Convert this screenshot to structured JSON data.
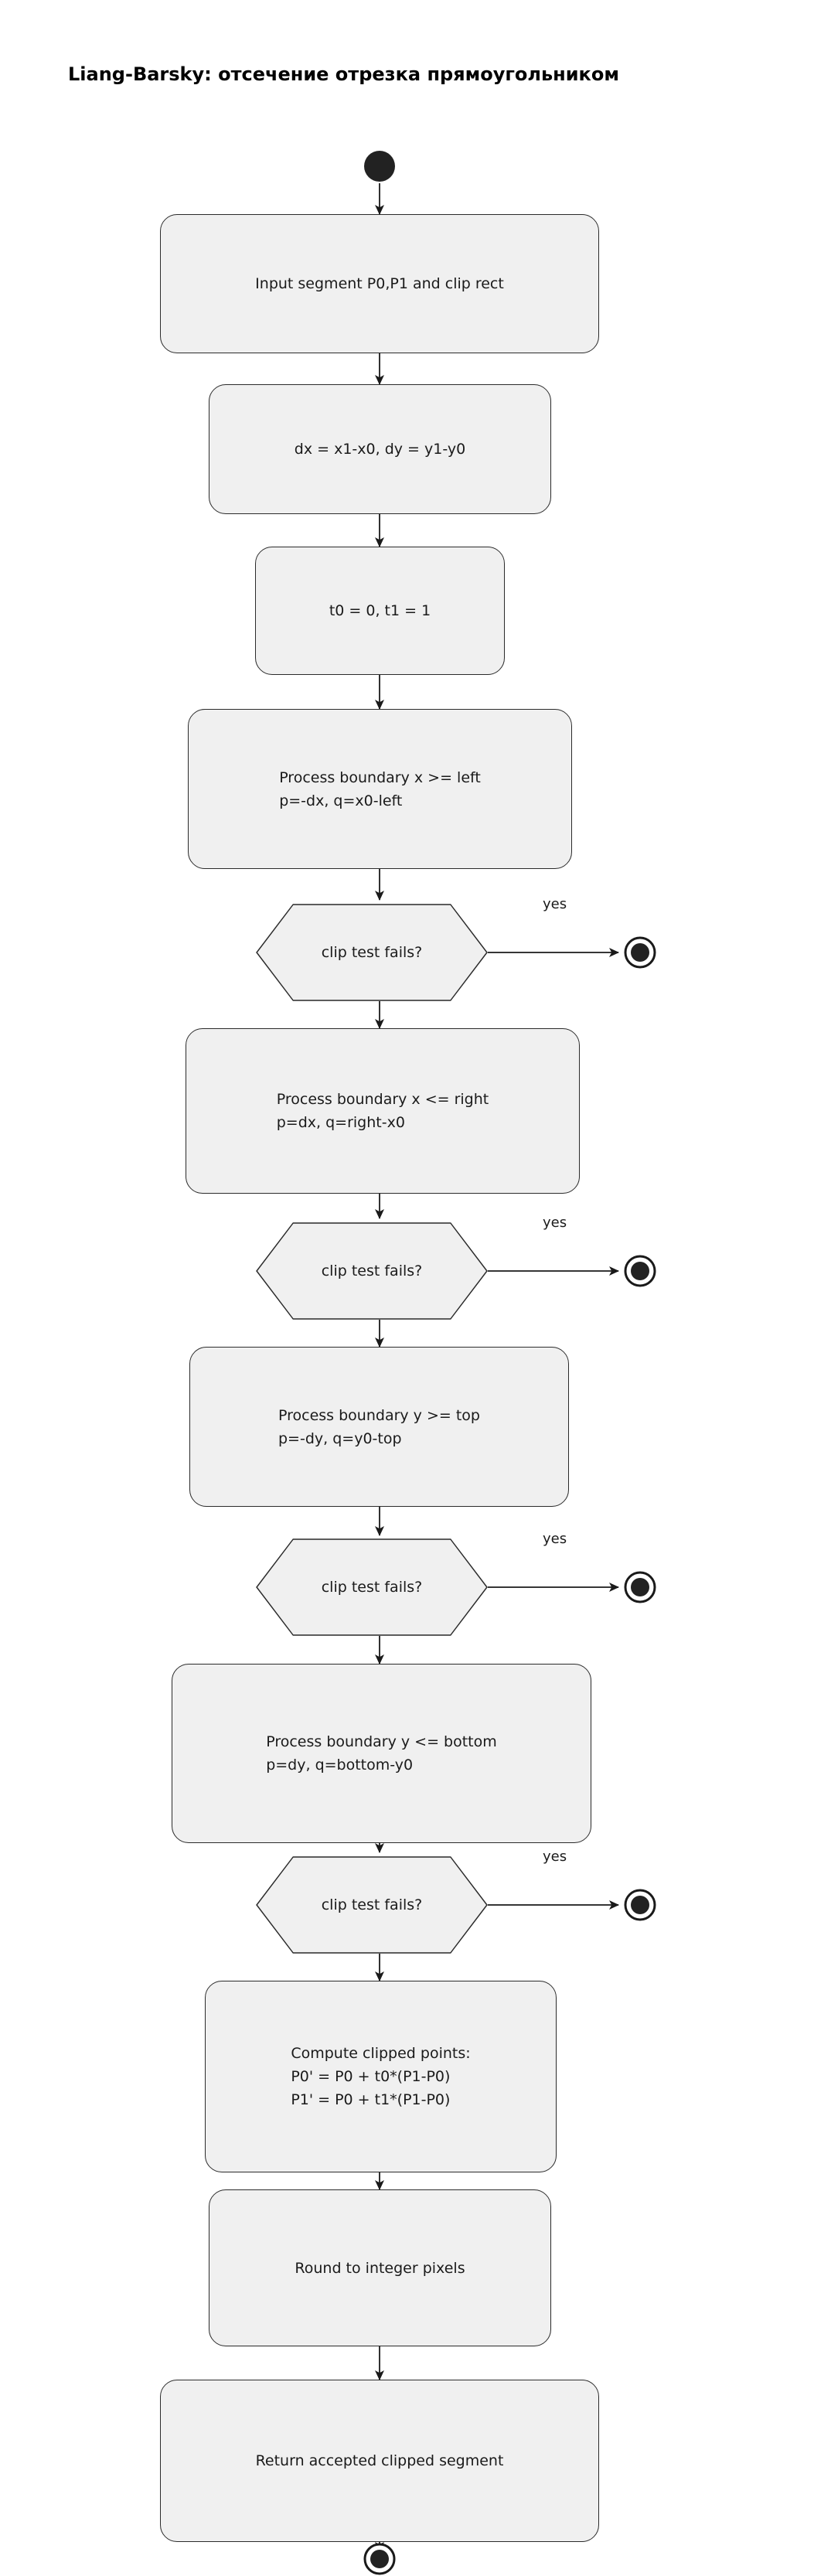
{
  "title": "Liang-Barsky: отсечение отрезка прямоугольником",
  "diagram": {
    "type": "uml-activity-diagram",
    "colors": {
      "page_background": "#ffffff",
      "node_fill": "#f0f0f0",
      "node_border": "#2b2b2b",
      "text": "#1a1a1a",
      "terminator": "#222222"
    },
    "start": {
      "name": "start-node"
    },
    "nodes": [
      {
        "id": "n1",
        "shape": "activity",
        "text": "Input segment P0,P1 and clip rect",
        "align": "center"
      },
      {
        "id": "n2",
        "shape": "activity",
        "text": "dx = x1-x0, dy = y1-y0",
        "align": "center"
      },
      {
        "id": "n3",
        "shape": "activity",
        "text": "t0 = 0, t1 = 1",
        "align": "center"
      },
      {
        "id": "n4",
        "shape": "activity",
        "text": "Process boundary x >= left\np=-dx, q=x0-left",
        "align": "left"
      },
      {
        "id": "d1",
        "shape": "decision",
        "text": "clip test fails?",
        "branch_label": "yes",
        "branch_target": "end"
      },
      {
        "id": "n5",
        "shape": "activity",
        "text": "Process boundary x <= right\np=dx, q=right-x0",
        "align": "left"
      },
      {
        "id": "d2",
        "shape": "decision",
        "text": "clip test fails?",
        "branch_label": "yes",
        "branch_target": "end"
      },
      {
        "id": "n6",
        "shape": "activity",
        "text": "Process boundary y >= top\np=-dy, q=y0-top",
        "align": "left"
      },
      {
        "id": "d3",
        "shape": "decision",
        "text": "clip test fails?",
        "branch_label": "yes",
        "branch_target": "end"
      },
      {
        "id": "n7",
        "shape": "activity",
        "text": "Process boundary y <= bottom\np=dy, q=bottom-y0",
        "align": "left"
      },
      {
        "id": "d4",
        "shape": "decision",
        "text": "clip test fails?",
        "branch_label": "yes",
        "branch_target": "end"
      },
      {
        "id": "n8",
        "shape": "activity",
        "text": "Compute clipped points:\nP0' = P0 + t0*(P1-P0)\nP1' = P0 + t1*(P1-P0)",
        "align": "left"
      },
      {
        "id": "n9",
        "shape": "activity",
        "text": "Round to integer pixels",
        "align": "center"
      },
      {
        "id": "n10",
        "shape": "activity",
        "text": "Return accepted clipped segment",
        "align": "center"
      }
    ],
    "end_nodes": [
      {
        "id": "e1",
        "name": "final-node"
      },
      {
        "id": "e2",
        "name": "final-node"
      },
      {
        "id": "e3",
        "name": "final-node"
      },
      {
        "id": "e4",
        "name": "final-node"
      },
      {
        "id": "e5",
        "name": "final-node"
      }
    ],
    "edge_labels": [
      "yes",
      "yes",
      "yes",
      "yes"
    ]
  }
}
